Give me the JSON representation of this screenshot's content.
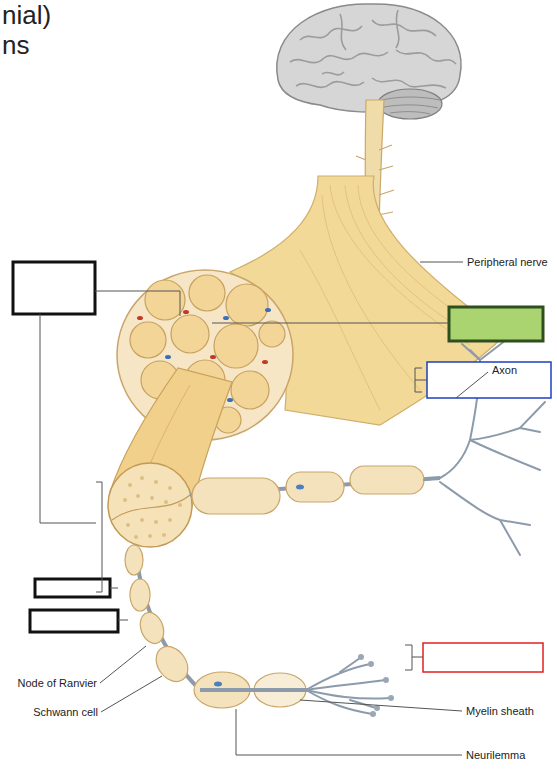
{
  "diagram": {
    "labels": [
      "nial)",
      "ns",
      "Peripheral nerve",
      "Axon",
      "Node of Ranvier",
      "Schwann cell",
      "Myelin sheath",
      "Neurilemma"
    ]
  }
}
